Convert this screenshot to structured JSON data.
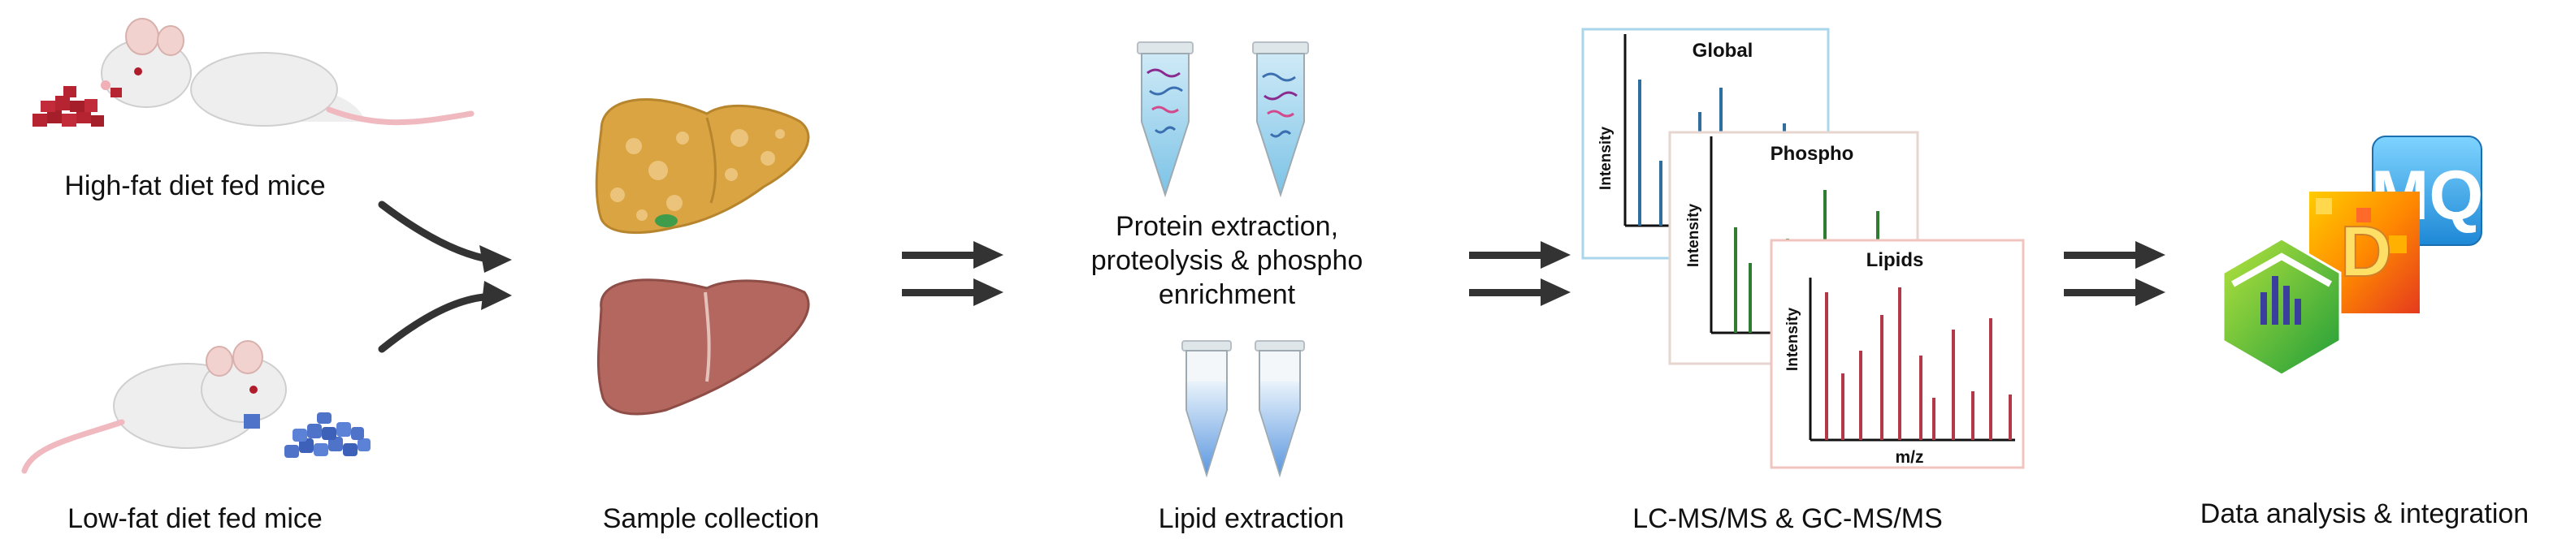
{
  "labels": {
    "high_fat": "High-fat diet fed mice",
    "low_fat": "Low-fat diet fed mice",
    "sample_collection": "Sample collection",
    "protein_line1": "Protein extraction,",
    "protein_line2": "proteolysis & phospho",
    "protein_line3": "enrichment",
    "lipid_extraction": "Lipid extraction",
    "lcms": "LC-MS/MS & GC-MS/MS",
    "data_analysis": "Data analysis & integration"
  },
  "spectra": {
    "global": {
      "title": "Global",
      "ylabel": "Intensity",
      "color": "#2f6f9f",
      "border": "#a9d6ea"
    },
    "phospho": {
      "title": "Phospho",
      "ylabel": "Intensity",
      "color": "#2e7d32",
      "border": "#e6d6cf"
    },
    "lipids": {
      "title": "Lipids",
      "ylabel": "Intensity",
      "xlabel": "m/z",
      "color": "#b23a48",
      "border": "#f0c4bf"
    }
  },
  "software_logos": {
    "mq": "MQ",
    "d": "D"
  },
  "colors": {
    "arrow": "#333333",
    "fatty_liver": "#d9a441",
    "healthy_liver": "#b4675f",
    "mouse": "#eeeeee",
    "hfd_pellet": "#b52430",
    "lfd_pellet": "#4f73c9"
  }
}
